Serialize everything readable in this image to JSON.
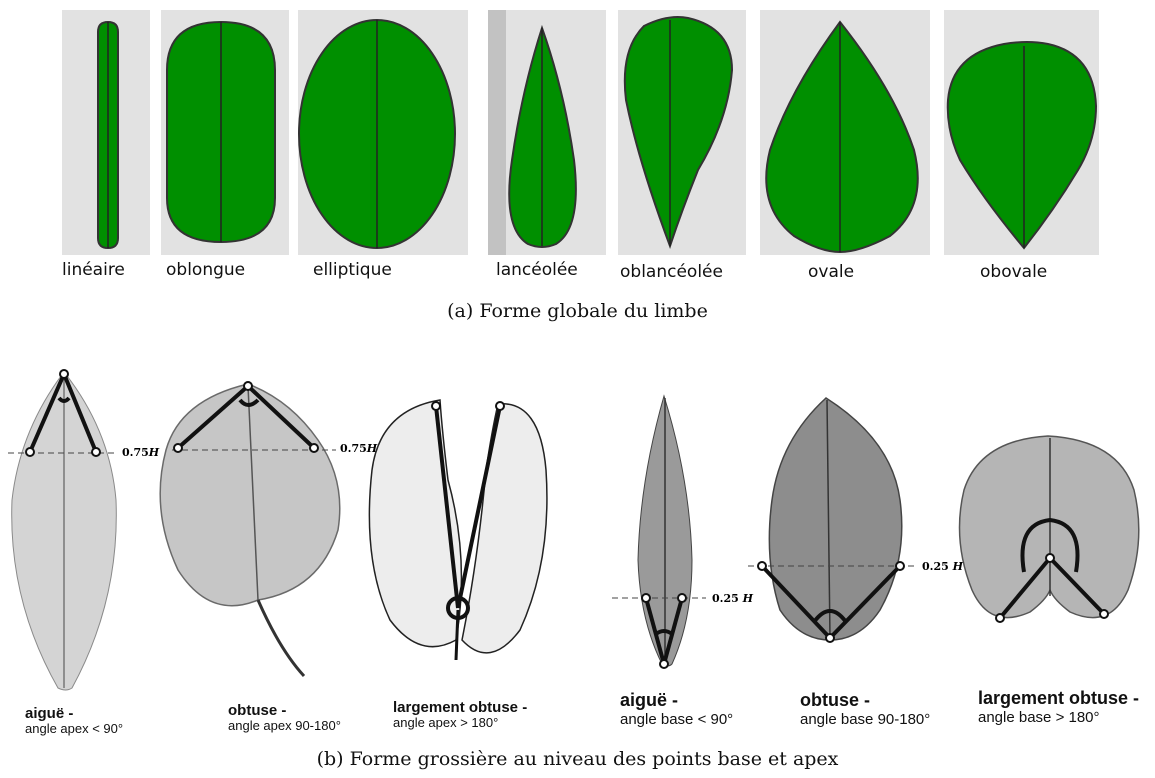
{
  "panel_a": {
    "shapes": [
      {
        "name": "linéaire"
      },
      {
        "name": "oblongue"
      },
      {
        "name": "elliptique"
      },
      {
        "name": "lancéolée"
      },
      {
        "name": "oblancéolée"
      },
      {
        "name": "ovale"
      },
      {
        "name": "obovale"
      }
    ],
    "caption": "(a) Forme globale du limbe",
    "colors": {
      "leaf_fill": "#008f00",
      "panel_bg": "#e2e2e2",
      "outline": "#333333"
    }
  },
  "panel_b": {
    "leaves": [
      {
        "name": "aiguë -",
        "desc": "angle apex < 90°",
        "marker": "0.75H"
      },
      {
        "name": "obtuse -",
        "desc": "angle apex 90-180°",
        "marker": "0.75H"
      },
      {
        "name": "largement obtuse -",
        "desc": "angle apex > 180°"
      },
      {
        "name": "aiguë -",
        "desc": "angle base < 90°",
        "marker": "0.25 H"
      },
      {
        "name": "obtuse -",
        "desc": "angle base 90-180°",
        "marker": "0.25 H"
      },
      {
        "name": "largement obtuse -",
        "desc": "angle base > 180°"
      }
    ],
    "caption": "(b) Forme grossière au niveau des points base et apex",
    "markers": {
      "apex": "0.75",
      "base": "0.25",
      "h": "H"
    }
  }
}
